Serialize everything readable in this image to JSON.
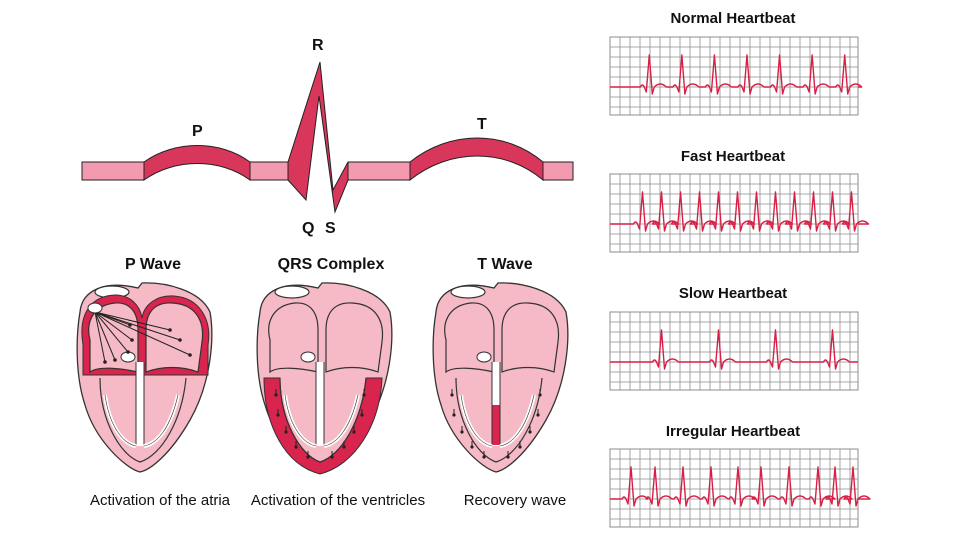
{
  "ecg_waveform": {
    "labels": {
      "p": "P",
      "q": "Q",
      "r": "R",
      "s": "S",
      "t": "T"
    }
  },
  "phases": [
    {
      "title": "P Wave",
      "caption": "Activation of the atria"
    },
    {
      "title": "QRS Complex",
      "caption": "Activation of the ventricles"
    },
    {
      "title": "T Wave",
      "caption": "Recovery wave"
    }
  ],
  "rhythm_strips": [
    {
      "title": "Normal Heartbeat",
      "pattern": "normal",
      "beats": 7
    },
    {
      "title": "Fast Heartbeat",
      "pattern": "fast",
      "beats": 12
    },
    {
      "title": "Slow Heartbeat",
      "pattern": "slow",
      "beats": 4
    },
    {
      "title": "Irregular Heartbeat",
      "pattern": "irregular",
      "beats": 10
    }
  ],
  "colors": {
    "wave_fill": "#d9365b",
    "baseline_fill": "#f49ab0",
    "heart_fill": "#f6b9c6",
    "heart_dark": "#d9244d",
    "grid": "#8e8e8e",
    "trace": "#d81e45"
  }
}
